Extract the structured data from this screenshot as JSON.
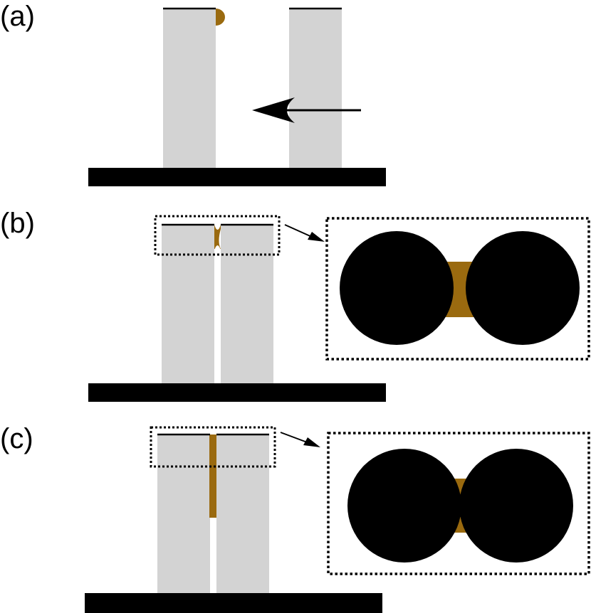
{
  "panels": [
    {
      "id": "a",
      "label": "(a)"
    },
    {
      "id": "b",
      "label": "(b)"
    },
    {
      "id": "c",
      "label": "(c)"
    }
  ],
  "colors": {
    "pillar": "#d3d3d3",
    "substrate": "#000000",
    "liquid": "#9a6a0f",
    "particle": "#000000",
    "dotted_frame": "#000000"
  }
}
